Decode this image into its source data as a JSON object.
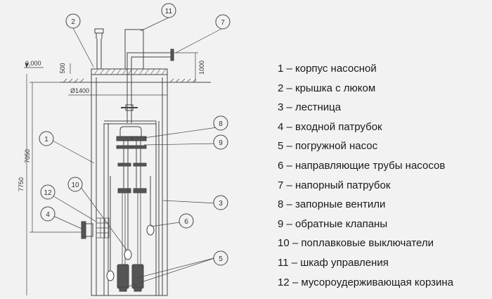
{
  "dimensions": {
    "level": "0,000",
    "cover_height": "500",
    "outlet_height": "1000",
    "diameter": "Ø1400",
    "inlet_depth": "7050",
    "total_depth": "7750"
  },
  "callouts": [
    "1",
    "2",
    "3",
    "4",
    "5",
    "6",
    "7",
    "8",
    "9",
    "10",
    "11",
    "12"
  ],
  "legend": [
    "1 – корпус насосной",
    "2 – крышка с люком",
    "3 – лестница",
    "4 – входной патрубок",
    "5 – погружной насос",
    "6 – направляющие трубы насосов",
    "7 – напорный патрубок",
    "8 – запорные вентили",
    "9 – обратные клапаны",
    "10 – поплавковые выключатели",
    "11 – шкаф управления",
    "12 – мусороудерживающая корзина"
  ]
}
